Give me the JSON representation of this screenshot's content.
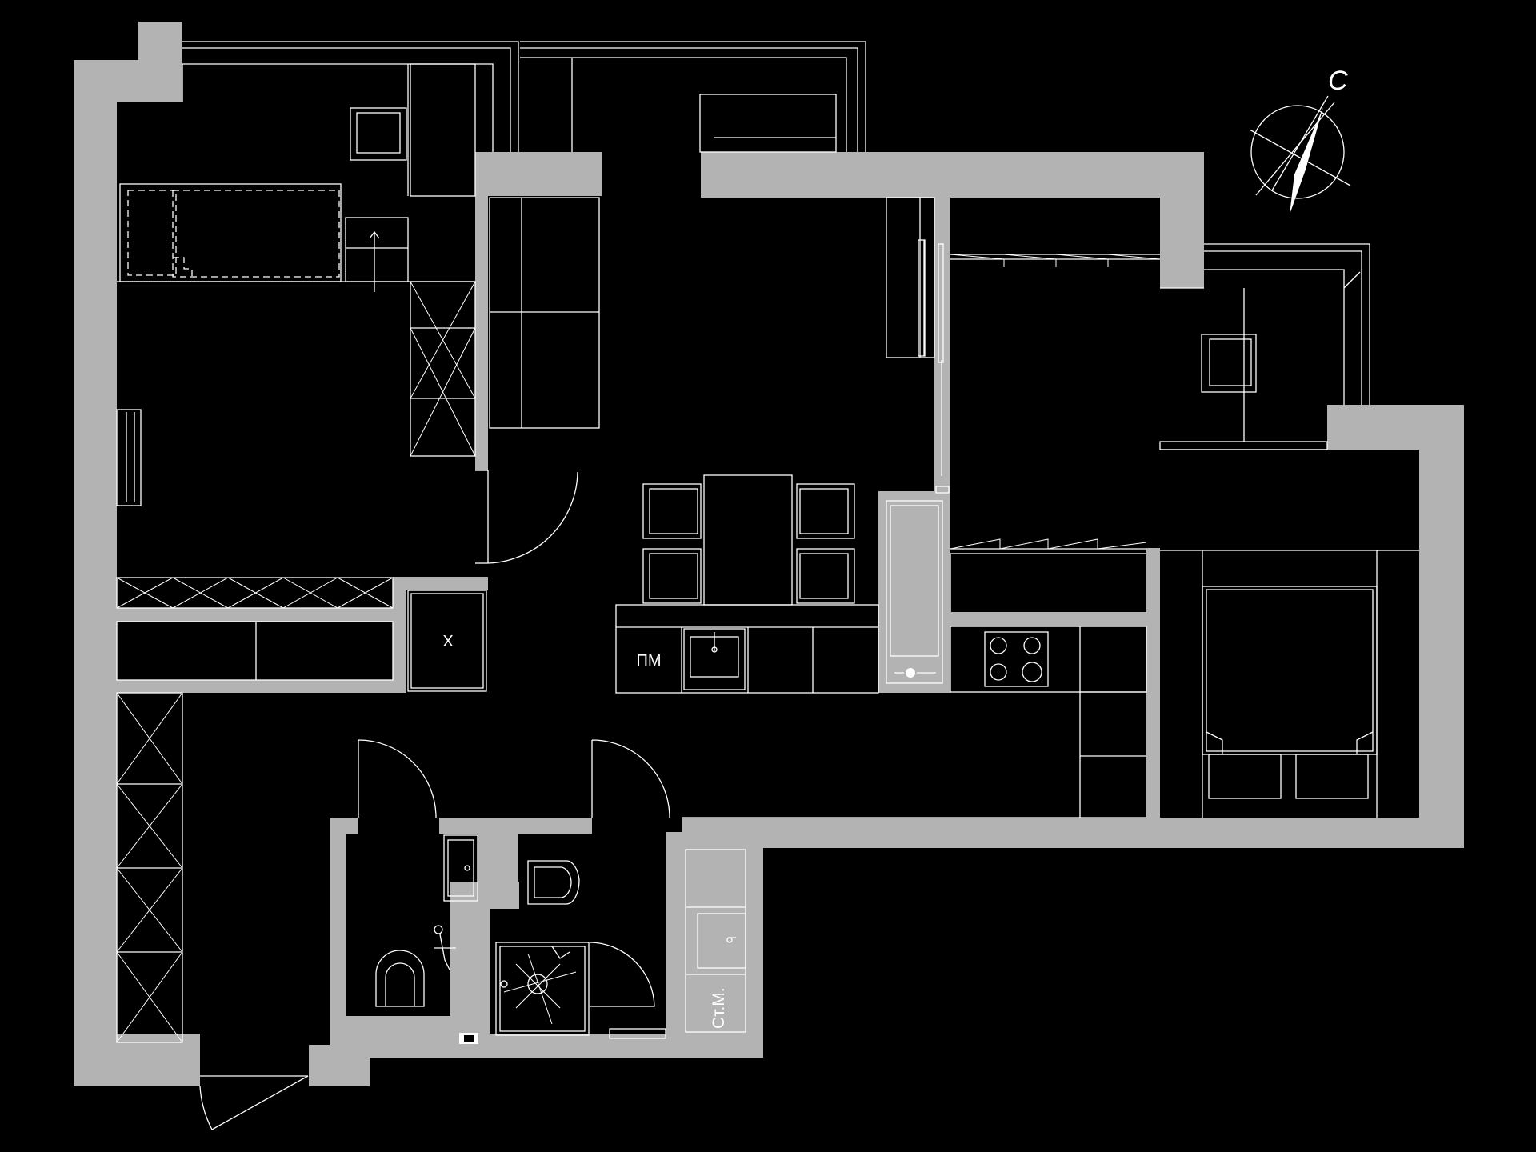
{
  "plan": {
    "wall_color": "#b3b3b3",
    "line_color": "#ffffff",
    "background_color": "#000000",
    "north_label": "С",
    "labels": {
      "dishwasher": "ПМ",
      "fridge": "Х",
      "washing_machine": "Ст.М."
    }
  }
}
